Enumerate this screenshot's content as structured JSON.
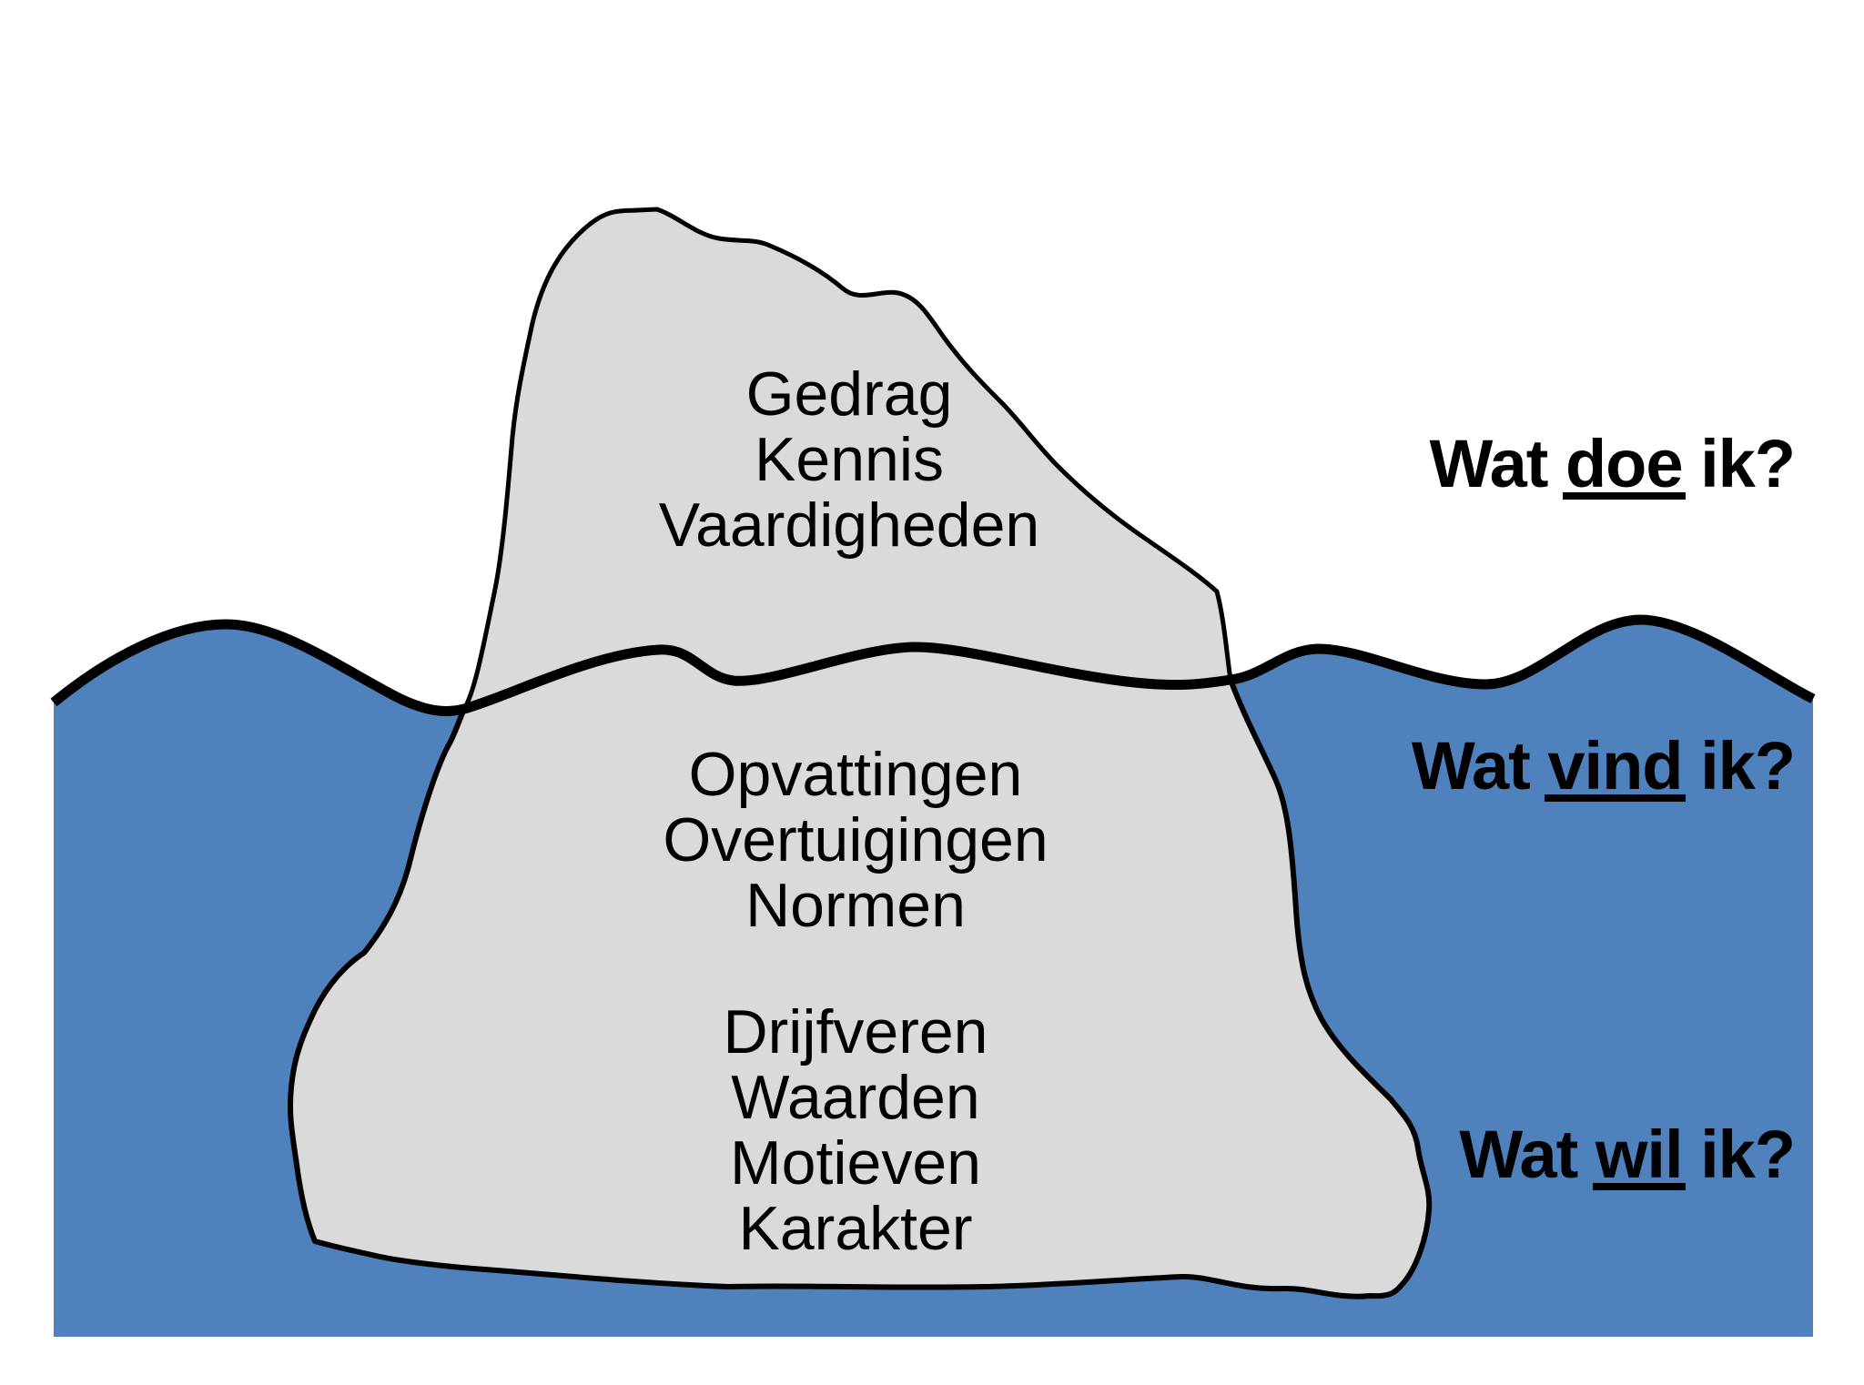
{
  "iceberg": {
    "above": [
      "Gedrag",
      "Kennis",
      "Vaardigheden"
    ],
    "middle": [
      "Opvattingen",
      "Overtuigingen",
      "Normen"
    ],
    "deep": [
      "Drijfveren",
      "Waarden",
      "Motieven",
      "Karakter"
    ]
  },
  "questions": [
    {
      "prefix": "Wat ",
      "word": "doe",
      "suffix": " ik?"
    },
    {
      "prefix": "Wat ",
      "word": "vind",
      "suffix": " ik?"
    },
    {
      "prefix": "Wat ",
      "word": "wil",
      "suffix": " ik?"
    }
  ],
  "colors": {
    "background": "#FFFFFF",
    "water": "#4F81BD",
    "iceberg": "#DADADA",
    "outline": "#000000",
    "text": "#000000"
  }
}
